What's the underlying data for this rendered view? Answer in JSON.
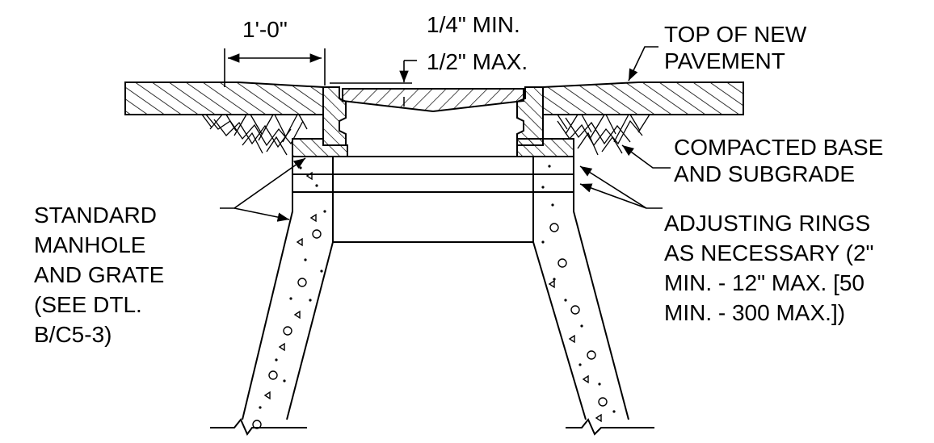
{
  "dimensions": {
    "ring_width": "1'-0\"",
    "offset_min": "1/4\" MIN.",
    "offset_max": "1/2\" MAX."
  },
  "labels": {
    "pavement": [
      "TOP OF NEW",
      "PAVEMENT"
    ],
    "base": [
      "COMPACTED BASE",
      "AND SUBGRADE"
    ],
    "manhole": [
      "STANDARD",
      "MANHOLE",
      "AND GRATE",
      "(SEE DTL.",
      "B/C5-3)"
    ],
    "rings": [
      "ADJUSTING RINGS",
      "AS NECESSARY (2\"",
      "MIN. - 12\" MAX. [50",
      "MIN. - 300 MAX.])"
    ]
  }
}
